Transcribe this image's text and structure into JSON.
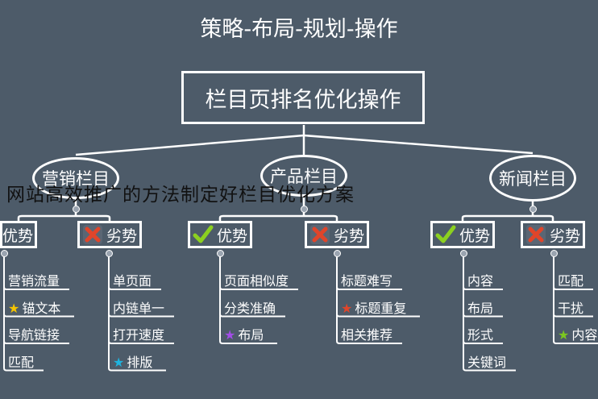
{
  "title": "策略-布局-规划-操作",
  "root": "栏目页排名优化操作",
  "overlay_text": "网站高效推广的方法制定好栏目优化方案",
  "colors": {
    "background": "#4d5b69",
    "line": "#ffffff",
    "check": "#8cd020",
    "cross": "#e0452a"
  },
  "categories": [
    {
      "label": "营销栏目",
      "pros": {
        "label": "优势",
        "items": [
          {
            "text": "营销流量"
          },
          {
            "text": "锚文本",
            "star": "#f5c400"
          },
          {
            "text": "导航链接"
          },
          {
            "text": "匹配"
          }
        ]
      },
      "cons": {
        "label": "劣势",
        "items": [
          {
            "text": "单页面"
          },
          {
            "text": "内链单一"
          },
          {
            "text": "打开速度"
          },
          {
            "text": "排版",
            "star": "#1eb4e0"
          }
        ]
      }
    },
    {
      "label": "产品栏目",
      "pros": {
        "label": "优势",
        "items": [
          {
            "text": "页面相似度"
          },
          {
            "text": "分类准确"
          },
          {
            "text": "布局",
            "star": "#a34de8"
          }
        ]
      },
      "cons": {
        "label": "劣势",
        "items": [
          {
            "text": "标题难写"
          },
          {
            "text": "标题重复",
            "star": "#e0452a"
          },
          {
            "text": "相关推荐"
          }
        ]
      }
    },
    {
      "label": "新闻栏目",
      "pros": {
        "label": "优势",
        "items": [
          {
            "text": "内容"
          },
          {
            "text": "布局"
          },
          {
            "text": "形式"
          },
          {
            "text": "关键词"
          }
        ]
      },
      "cons": {
        "label": "劣势",
        "items": [
          {
            "text": "匹配"
          },
          {
            "text": "干扰"
          },
          {
            "text": "内容",
            "star": "#7cc820"
          }
        ]
      }
    }
  ]
}
